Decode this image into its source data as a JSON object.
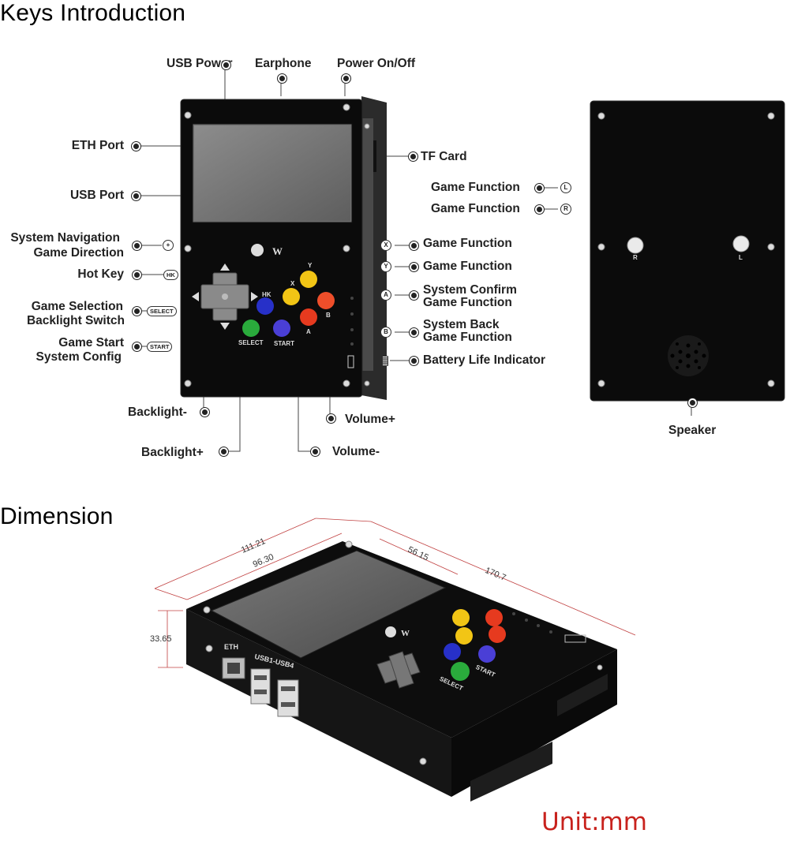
{
  "sections": {
    "keys_title": "Keys Introduction",
    "dimension_title": "Dimension"
  },
  "front_labels": {
    "usb_power": "USB Power",
    "earphone": "Earphone",
    "power": "Power On/Off",
    "eth_port": "ETH Port",
    "usb_port": "USB Port",
    "sys_nav_1": "System Navigation",
    "sys_nav_2": "Game Direction",
    "hot_key": "Hot Key",
    "game_sel_1": "Game Selection",
    "game_sel_2": "Backlight Switch",
    "game_start_1": "Game Start",
    "game_start_2": "System Config",
    "backlight_minus": "Backlight-",
    "backlight_plus": "Backlight+",
    "volume_plus": "Volume+",
    "volume_minus": "Volume-",
    "tf_card": "TF Card",
    "game_fn_x": "Game Function",
    "game_fn_y": "Game Function",
    "sys_confirm_1": "System Confirm",
    "sys_confirm_2": "Game Function",
    "sys_back_1": "System Back",
    "sys_back_2": "Game Function",
    "battery": "Battery Life Indicator"
  },
  "back_labels": {
    "game_fn_l": "Game Function",
    "game_fn_r": "Game Function",
    "speaker": "Speaker",
    "btn_r": "R",
    "btn_l": "L"
  },
  "icons": {
    "dpad": "+",
    "hk": "HK",
    "select": "SELECT",
    "start": "START",
    "x": "X",
    "y": "Y",
    "a": "A",
    "b": "B",
    "l": "L",
    "r": "R"
  },
  "device_text": {
    "hk": "HK",
    "select": "SELECT",
    "start": "START",
    "x": "X",
    "y": "Y",
    "a": "A",
    "b": "B",
    "eth": "ETH",
    "usb": "USB1-USB4"
  },
  "dimensions": {
    "d1": "111.21",
    "d2": "96.30",
    "d3": "56.15",
    "d4": "170.7",
    "d5": "33.65",
    "unit": "Unit:mm"
  },
  "colors": {
    "button_yellow": "#f2c515",
    "button_red": "#e63a1f",
    "button_orange": "#ee4e2a",
    "button_green": "#2aab3c",
    "button_blue": "#2730c8",
    "button_purple": "#4a3fd6",
    "unit_red": "#c8221d"
  }
}
